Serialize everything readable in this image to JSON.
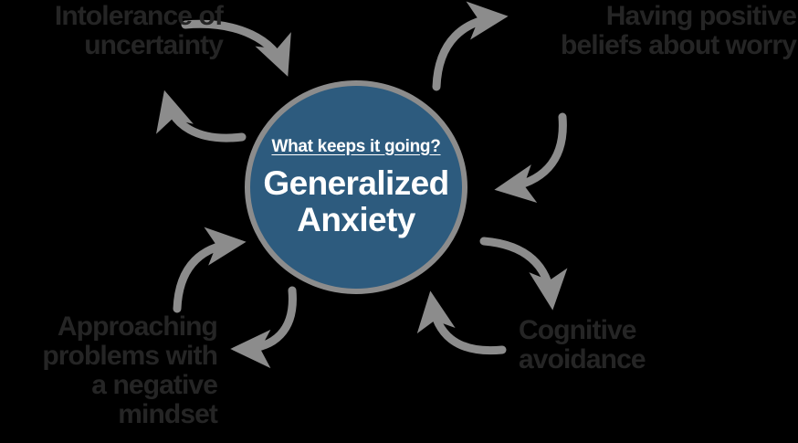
{
  "diagram": {
    "title": "Generalized Anxiety maintenance cycle",
    "background_color": "#000000",
    "accent_color": "#2D5B7E",
    "arrow_color": "#8C8C8C",
    "label_color": "#252525",
    "center": {
      "kicker": "What keeps it going?",
      "title_line1": "Generalized",
      "title_line2": "Anxiety"
    },
    "factors": [
      {
        "id": "intolerance-of-uncertainty",
        "position": "top-left",
        "line1": "Intolerance of",
        "line2": "uncertainty"
      },
      {
        "id": "positive-beliefs-about-worry",
        "position": "top-right",
        "line1": "Having positive",
        "line2": "beliefs about worry"
      },
      {
        "id": "cognitive-avoidance",
        "position": "bottom-right",
        "line1": "Cognitive",
        "line2": "avoidance"
      },
      {
        "id": "negative-problem-orientation",
        "position": "bottom-left",
        "line1": "Approaching",
        "line2": "problems with",
        "line3": "a negative",
        "line4": "mindset"
      }
    ]
  }
}
